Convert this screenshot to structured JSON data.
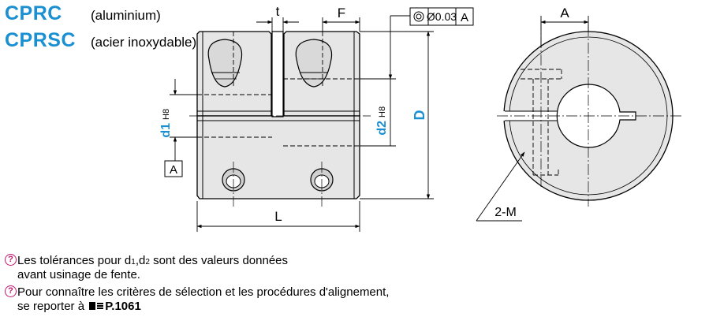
{
  "products": [
    {
      "code": "CPRC",
      "material": "(aluminium)"
    },
    {
      "code": "CPRSC",
      "material": "(acier inoxydable)"
    }
  ],
  "dimensions": {
    "t": "t",
    "F": "F",
    "L": "L",
    "D": "D",
    "d1": "d1",
    "d1_tol": "H8",
    "d2": "d2",
    "d2_tol": "H8",
    "A_side": "A",
    "M": "2-M"
  },
  "tolerance_frame": {
    "value": "Ø0.03",
    "datum": "A"
  },
  "datum_label": "A",
  "notes": {
    "note1_line1_a": "Les tolérances pour d",
    "note1_line1_sub1": "1",
    "note1_line1_b": ",d",
    "note1_line1_sub2": "2",
    "note1_line1_c": " sont des valeurs données",
    "note1_line2": "avant usinage de fente.",
    "note2_line1": "Pour connaître les critères de sélection et les procédures d'alignement,",
    "note2_line2": "se reporter à",
    "page_ref": "P.1061"
  },
  "colors": {
    "brand": "#1a8fd1",
    "dim_blue": "#1a8fd1",
    "note_icon": "#c0186c",
    "body_fill": "#e6e6e6"
  }
}
